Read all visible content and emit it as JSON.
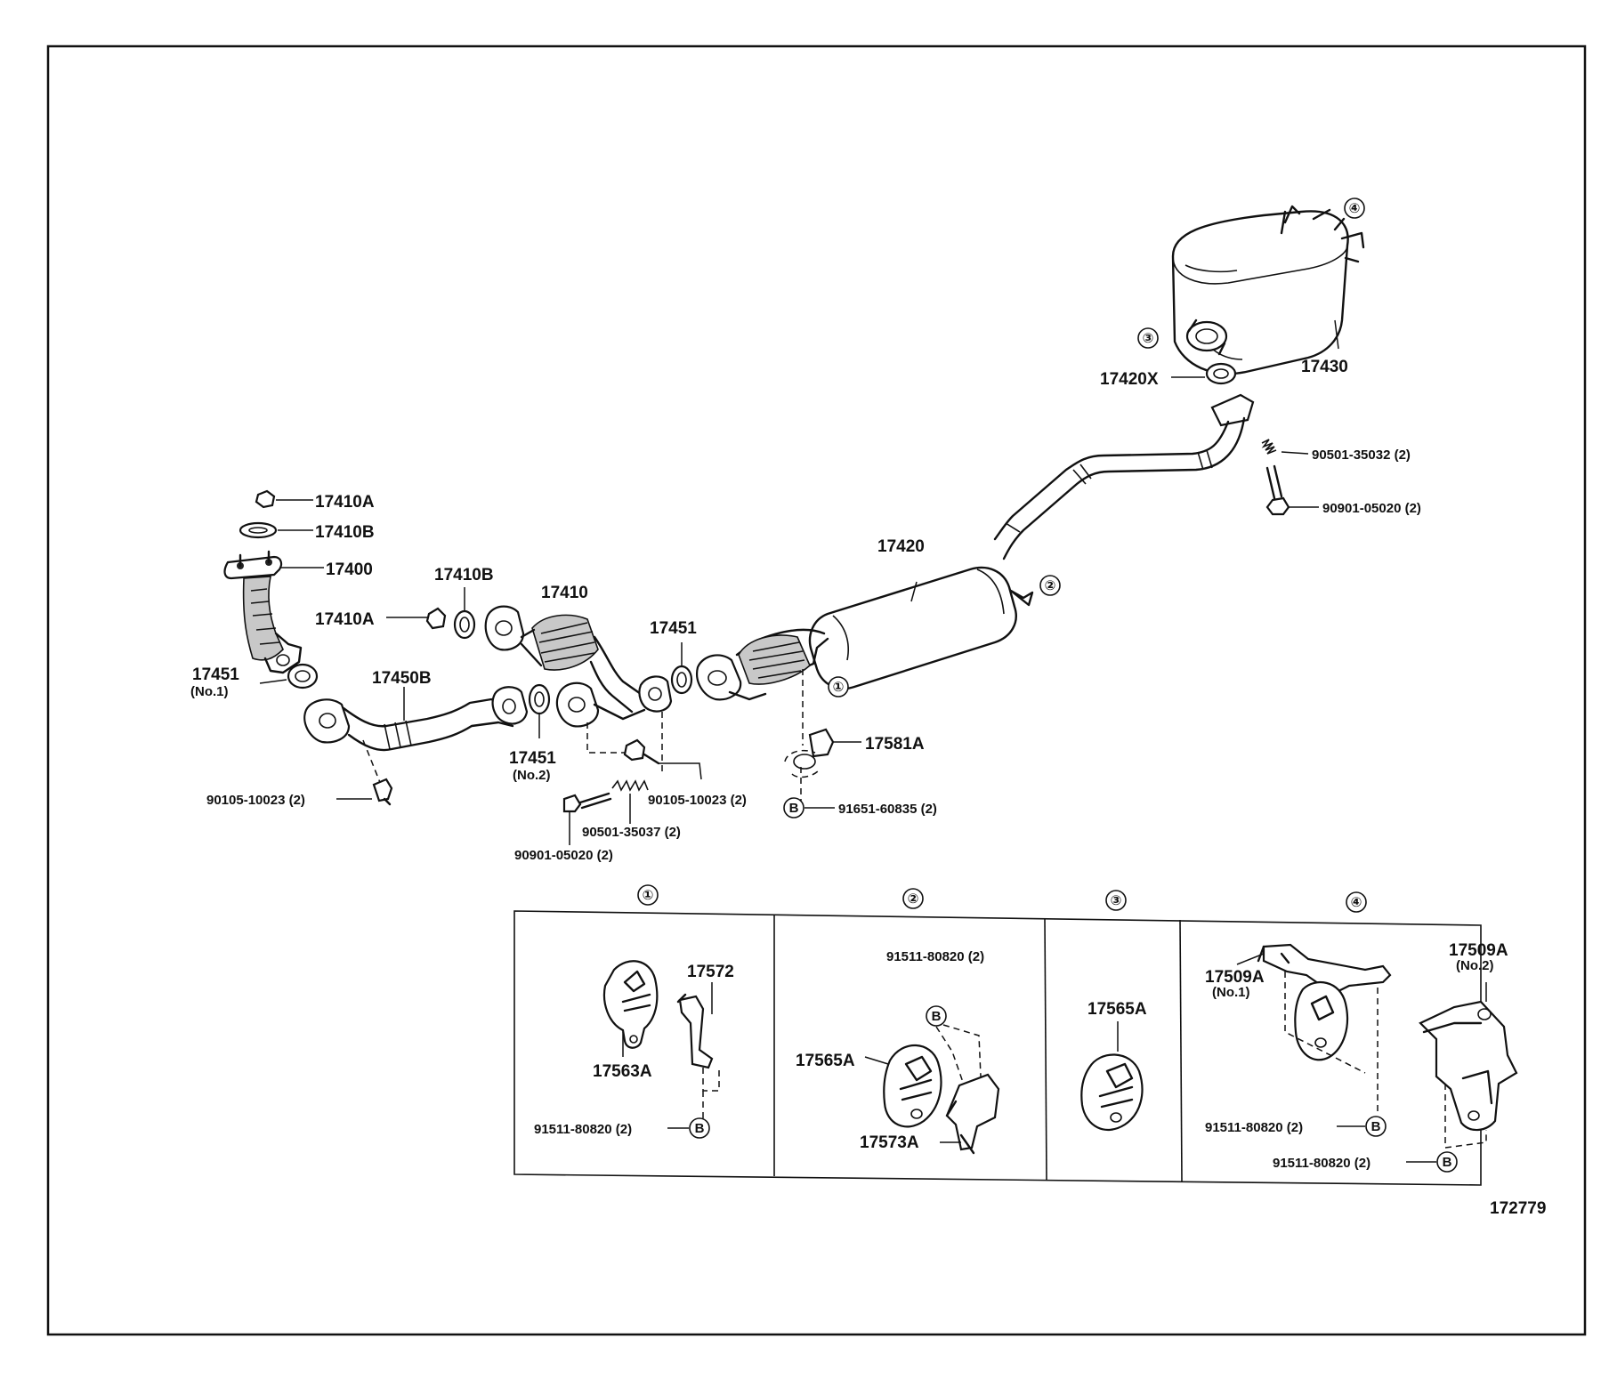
{
  "diagram": {
    "figure_number": "172779",
    "callouts": [
      "①",
      "②",
      "③",
      "④"
    ],
    "ref_marker": "B",
    "parts": [
      {
        "id": "17410A_top",
        "label": "17410A"
      },
      {
        "id": "17410B_top",
        "label": "17410B"
      },
      {
        "id": "17400",
        "label": "17400"
      },
      {
        "id": "17410B_mid",
        "label": "17410B"
      },
      {
        "id": "17410",
        "label": "17410"
      },
      {
        "id": "17410A_mid",
        "label": "17410A"
      },
      {
        "id": "17451_no1",
        "label": "17451",
        "sub": "(No.1)"
      },
      {
        "id": "17450B",
        "label": "17450B"
      },
      {
        "id": "17451_no2",
        "label": "17451",
        "sub": "(No.2)"
      },
      {
        "id": "17451_mid",
        "label": "17451"
      },
      {
        "id": "17420",
        "label": "17420"
      },
      {
        "id": "17420X",
        "label": "17420X"
      },
      {
        "id": "17430",
        "label": "17430"
      },
      {
        "id": "17581A",
        "label": "17581A"
      },
      {
        "id": "bolt_90105_left",
        "label": "90105-10023 (2)"
      },
      {
        "id": "bolt_90105_mid",
        "label": "90105-10023 (2)"
      },
      {
        "id": "spring_90501_mid",
        "label": "90501-35037 (2)"
      },
      {
        "id": "bolt_90901_mid",
        "label": "90901-05020 (2)"
      },
      {
        "id": "spring_90501_right",
        "label": "90501-35032 (2)"
      },
      {
        "id": "bolt_90901_right",
        "label": "90901-05020 (2)"
      },
      {
        "id": "91651",
        "label": "91651-60835 (2)"
      }
    ],
    "detail_panels": [
      {
        "callout": "①",
        "parts": [
          {
            "id": "p1_17572",
            "label": "17572"
          },
          {
            "id": "p1_17563A",
            "label": "17563A"
          },
          {
            "id": "p1_91511",
            "label": "91511-80820 (2)"
          }
        ]
      },
      {
        "callout": "②",
        "parts": [
          {
            "id": "p2_91511",
            "label": "91511-80820 (2)"
          },
          {
            "id": "p2_17565A",
            "label": "17565A"
          },
          {
            "id": "p2_17573A",
            "label": "17573A"
          }
        ]
      },
      {
        "callout": "③",
        "parts": [
          {
            "id": "p3_17565A",
            "label": "17565A"
          }
        ]
      },
      {
        "callout": "④",
        "parts": [
          {
            "id": "p4_17509A_no1",
            "label": "17509A",
            "sub": "(No.1)"
          },
          {
            "id": "p4_17509A_no2",
            "label": "17509A",
            "sub": "(No.2)"
          },
          {
            "id": "p4_91511_a",
            "label": "91511-80820 (2)"
          },
          {
            "id": "p4_91511_b",
            "label": "91511-80820 (2)"
          }
        ]
      }
    ]
  }
}
